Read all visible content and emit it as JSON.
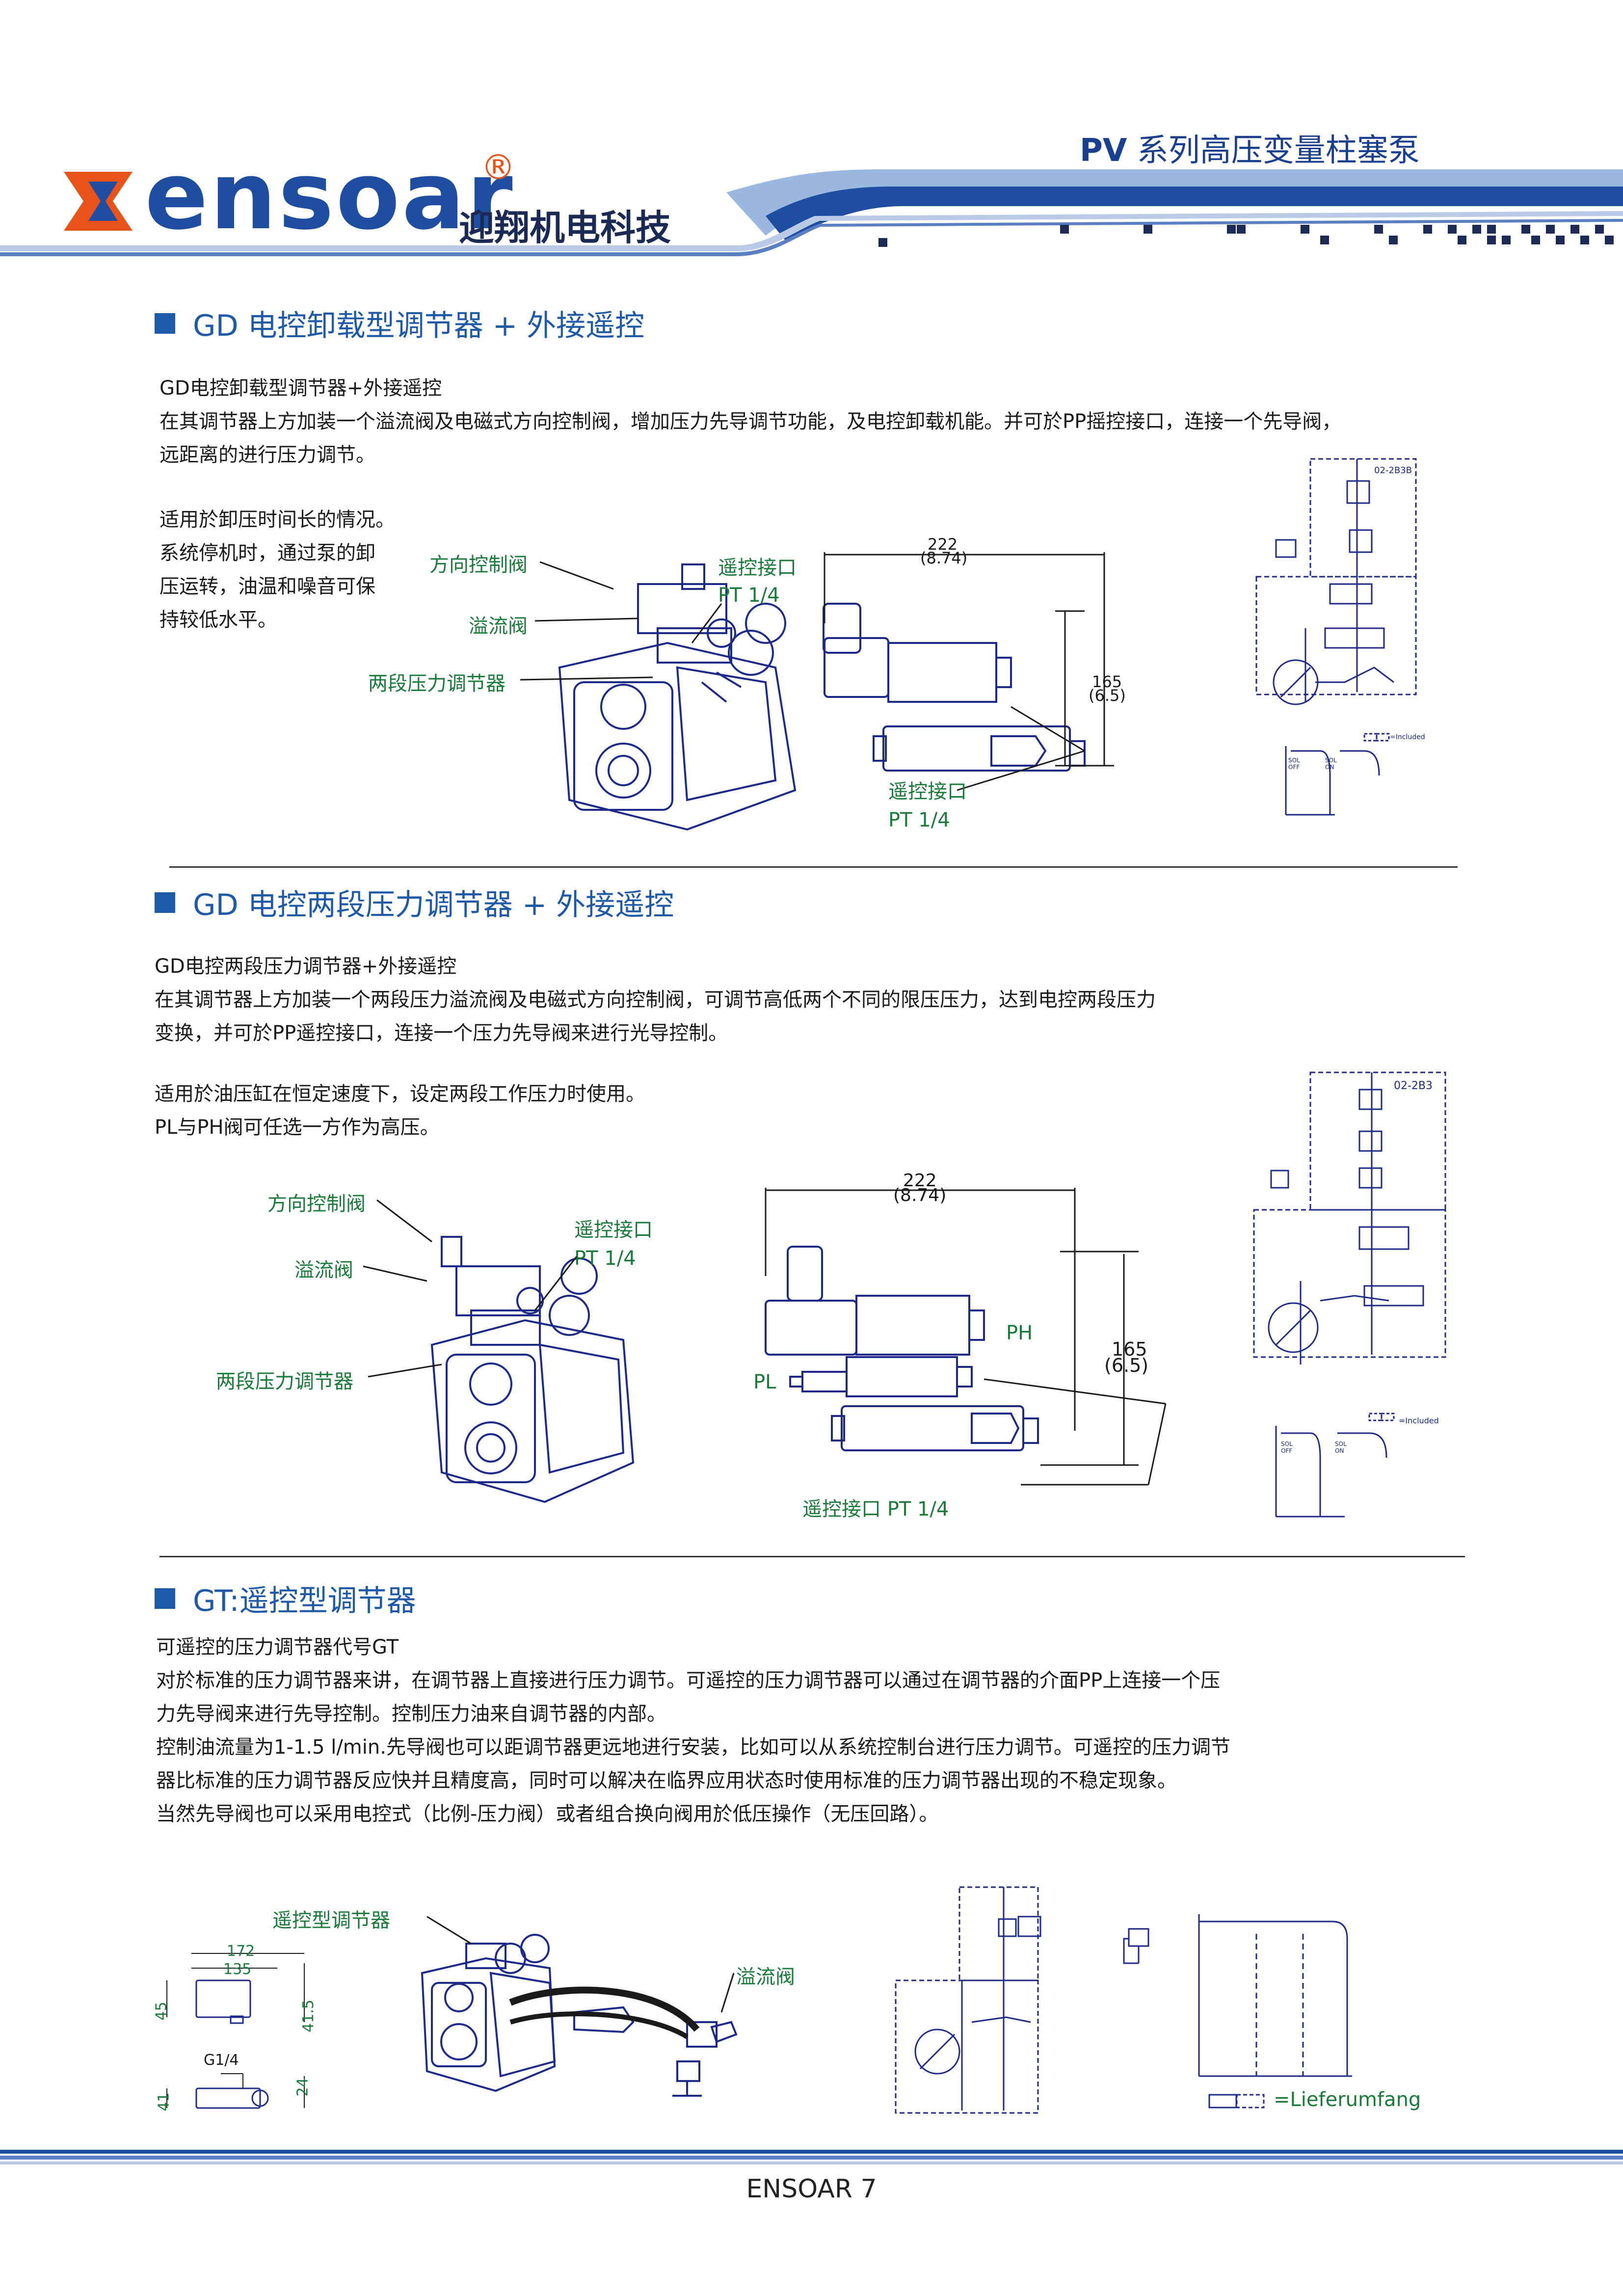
{
  "header": {
    "brand": "ensoar",
    "registered": "®",
    "brand_cn": "迎翔机电科技",
    "series_prefix": "PV",
    "series_rest": " 系列高压变量柱塞泵"
  },
  "section1": {
    "title": "GD 电控卸载型调节器 + 外接遥控",
    "lines": [
      "GD电控卸载型调节器+外接遥控",
      "在其调节器上方加装一个溢流阀及电磁式方向控制阀，增加压力先导调节功能，及电控卸载机能。并可於PP摇控接口，连接一个先导阀，",
      "远距离的进行压力调节。"
    ],
    "usage": [
      "适用於卸压时间长的情况。",
      "系统停机时，通过泵的卸",
      "压运转，油温和噪音可保",
      "持较低水平。"
    ],
    "labels": {
      "direction_valve": "方向控制阀",
      "relief_valve": "溢流阀",
      "two_stage": "两段压力调节器",
      "remote_port": "遥控接口",
      "pt": "PT 1/4",
      "remote_port2": "遥控接口",
      "pt2": "PT 1/4"
    },
    "dims": {
      "width": "222",
      "width_in": "(8.74)",
      "height": "165",
      "height_in": "(6.5)"
    },
    "schematic": {
      "code": "02-2B3B",
      "included": "=Included",
      "sol_off": "SOL OFF",
      "sol_on": "SOL ON"
    }
  },
  "section2": {
    "title": "GD 电控两段压力调节器 + 外接遥控",
    "lines": [
      "GD电控两段压力调节器+外接遥控",
      "在其调节器上方加装一个两段压力溢流阀及电磁式方向控制阀，可调节高低两个不同的限压压力，达到电控两段压力",
      "变换，并可於PP遥控接口，连接一个压力先导阀来进行光导控制。"
    ],
    "usage": [
      "适用於油压缸在恒定速度下，设定两段工作压力时使用。",
      "PL与PH阀可任选一方作为高压。"
    ],
    "labels": {
      "direction_valve": "方向控制阀",
      "relief_valve": "溢流阀",
      "two_stage": "两段压力调节器",
      "remote_port": "遥控接口",
      "pt": "PT 1/4",
      "ph": "PH",
      "pl": "PL",
      "remote_port2": "遥控接口  PT 1/4"
    },
    "dims": {
      "width": "222",
      "width_in": "(8.74)",
      "height": "165",
      "height_in": "(6.5)"
    },
    "schematic": {
      "code": "02-2B3",
      "included": "=Included",
      "sol_off": "SOL OFF",
      "sol_on": "SOL ON"
    }
  },
  "section3": {
    "title": "GT:遥控型调节器",
    "lines": [
      "可遥控的压力调节器代号GT",
      "对於标准的压力调节器来讲，在调节器上直接进行压力调节。可遥控的压力调节器可以通过在调节器的介面PP上连接一个压",
      "力先导阀来进行先导控制。控制压力油来自调节器的内部。",
      "控制油流量为1-1.5 l/min.先导阀也可以距调节器更远地进行安装，比如可以从系统控制台进行压力调节。可遥控的压力调节",
      "器比标准的压力调节器反应快并且精度高，同时可以解决在临界应用状态时使用标准的压力调节器出现的不稳定现象。",
      "当然先导阀也可以采用电控式（比例-压力阀）或者组合换向阀用於低压操作（无压回路）。"
    ],
    "labels": {
      "remote_regulator": "遥控型调节器",
      "relief_valve": "溢流阀",
      "lieferumfang": "=Lieferumfang"
    },
    "dims": {
      "d172": "172",
      "d135": "135",
      "d45": "45",
      "d41_5": "41.5",
      "g14": "G1/4",
      "d41": "41",
      "d24": "24"
    }
  },
  "footer": {
    "text": "ENSOAR 7"
  },
  "colors": {
    "title_blue": "#1f5aa8",
    "label_green": "#1a7a3a",
    "drawing_blue": "#1e2a8a",
    "logo_orange": "#e8531c"
  }
}
